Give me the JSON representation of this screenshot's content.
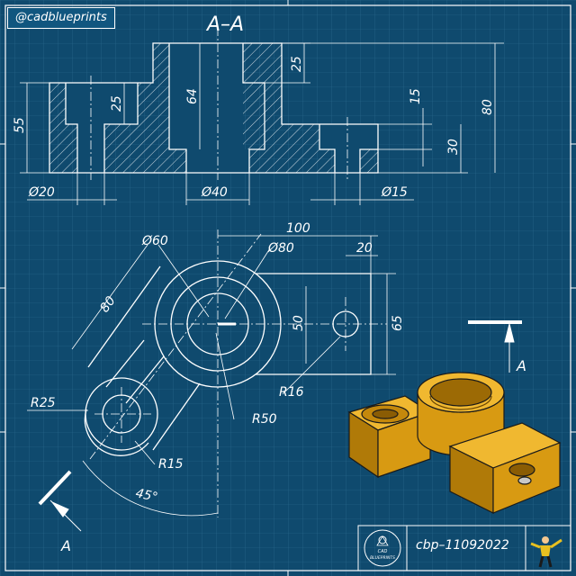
{
  "watermark": {
    "handle": "@cadblueprints"
  },
  "section_view": {
    "title": "A–A",
    "dims": {
      "overall_height": "55",
      "bore_depth_left": "25",
      "bore_depth_center": "64",
      "top_step": "25",
      "step_15": "15",
      "step_30": "30",
      "total_80": "80",
      "dia_20": "Ø20",
      "dia_40": "Ø40",
      "dia_15": "Ø15"
    }
  },
  "plan_view": {
    "dims": {
      "dia_60": "Ø60",
      "dia_80": "Ø80",
      "width_100": "100",
      "width_20": "20",
      "arm_80": "80",
      "h_50": "50",
      "h_65": "65",
      "r_25": "R25",
      "r_16": "R16",
      "r_50": "R50",
      "r_15": "R15",
      "angle": "45°"
    }
  },
  "section_marks": {
    "label_right": "A",
    "label_left": "A"
  },
  "title_block": {
    "logo_line1": "CAD",
    "logo_line2": "BLUEPRINTS",
    "code": "cbp–11092022"
  },
  "colors": {
    "background": "#0f4a6e",
    "line": "#ffffff",
    "part": "#d89a12",
    "part_dark": "#9c6a05",
    "part_light": "#f0b830"
  },
  "icons": [
    "logo-icon",
    "mascot-icon"
  ]
}
